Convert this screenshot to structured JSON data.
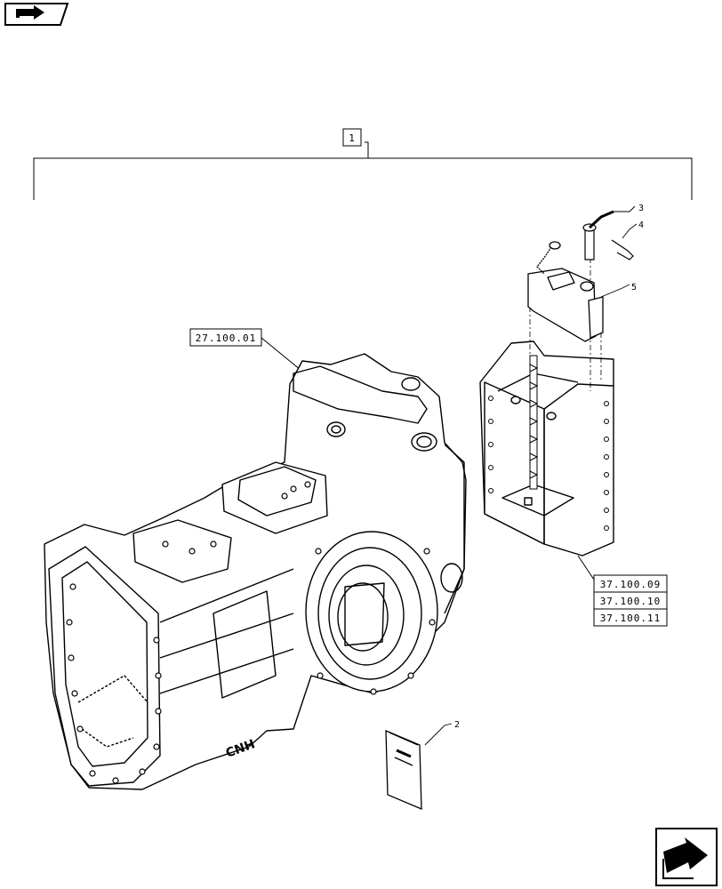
{
  "icons": {
    "top_left": "book-arrow-icon",
    "bottom_right": "next-page-arrow-icon"
  },
  "assembly": {
    "item_label": "1"
  },
  "references": {
    "housing": "27.100.01",
    "hitch": [
      "37.100.09",
      "37.100.10",
      "37.100.11"
    ]
  },
  "callouts": [
    {
      "id": "callout-2",
      "text": "2"
    },
    {
      "id": "callout-3",
      "text": "3"
    },
    {
      "id": "callout-4",
      "text": "4"
    },
    {
      "id": "callout-5",
      "text": "5"
    }
  ],
  "manual": {
    "label": "CNH"
  }
}
